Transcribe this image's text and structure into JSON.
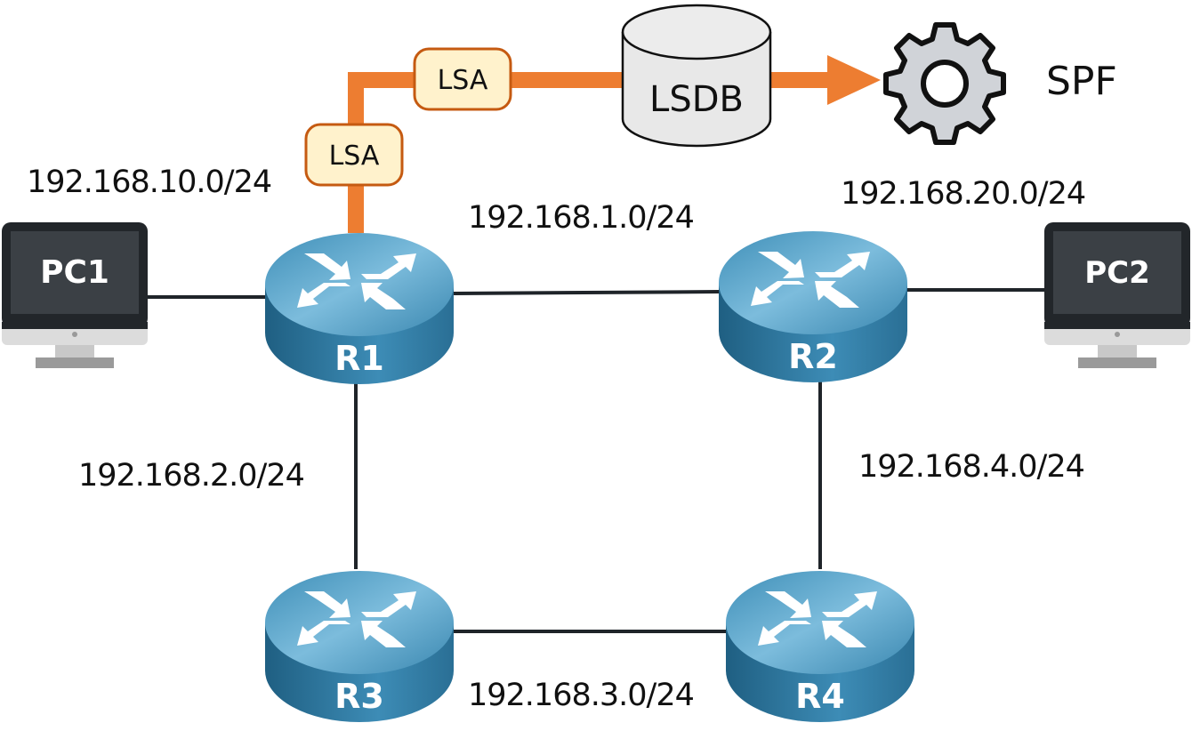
{
  "diagram": {
    "title": "OSPF link-state flow",
    "routers": [
      {
        "id": "R1",
        "label": "R1"
      },
      {
        "id": "R2",
        "label": "R2"
      },
      {
        "id": "R3",
        "label": "R3"
      },
      {
        "id": "R4",
        "label": "R4"
      }
    ],
    "pcs": [
      {
        "id": "PC1",
        "label": "PC1"
      },
      {
        "id": "PC2",
        "label": "PC2"
      }
    ],
    "networks": {
      "pc1_lan": "192.168.10.0/24",
      "pc2_lan": "192.168.20.0/24",
      "r1_r2": "192.168.1.0/24",
      "r1_r3": "192.168.2.0/24",
      "r3_r4": "192.168.3.0/24",
      "r2_r4": "192.168.4.0/24"
    },
    "flow": {
      "lsa_1": "LSA",
      "lsa_2": "LSA",
      "database": "LSDB",
      "algorithm": "SPF",
      "flow_color": "#ed7d31",
      "lsa_fill": "#fff2cc",
      "lsa_border": "#c55a11"
    },
    "colors": {
      "router_top": "#5aa7cc",
      "router_side": "#2f7ea6",
      "link": "#1f2429",
      "pc_frame": "#22262a",
      "pc_screen": "#3b4045",
      "gear_fill": "#d0d3d8",
      "db_fill": "#e8e8e8"
    }
  }
}
